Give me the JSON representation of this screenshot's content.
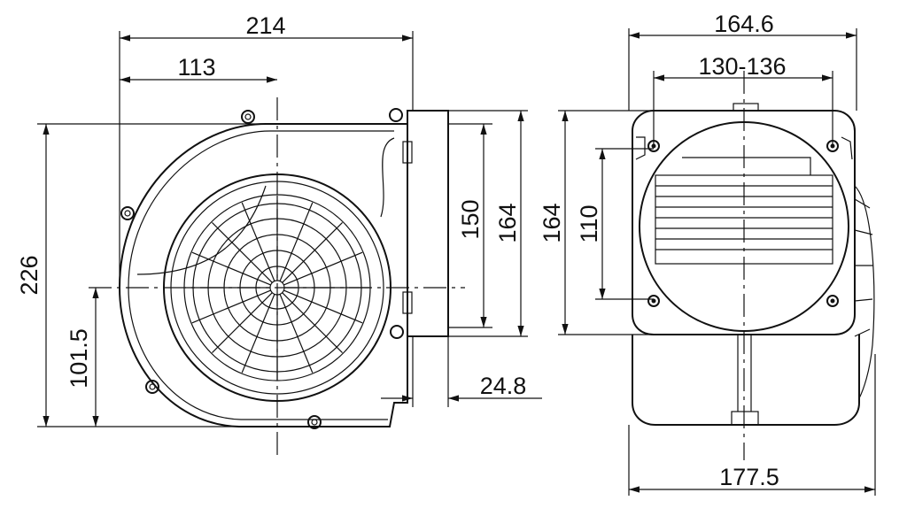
{
  "dimensions": {
    "overall_width": "214",
    "center_offset": "113",
    "overall_height": "226",
    "center_height": "101.5",
    "outlet_inner": "150",
    "outlet_outer": "164",
    "flange_depth": "24.8",
    "side_overall_width": "164.6",
    "side_mount_span": "130-136",
    "side_height": "164",
    "side_mount_height": "110",
    "side_base_width": "177.5"
  }
}
